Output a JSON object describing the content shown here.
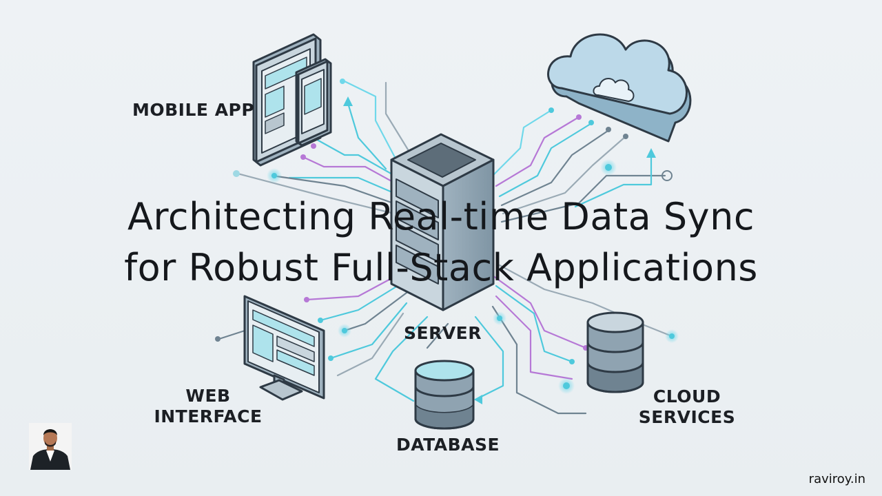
{
  "title": {
    "line1": "Architecting Real-time Data Sync",
    "line2": "for Robust Full-Stack Applications"
  },
  "nodes": {
    "mobile_app": "MOBILE APP",
    "server": "SERVER",
    "database": "DATABASE",
    "web_interface_line1": "WEB",
    "web_interface_line2": "INTERFACE",
    "cloud_services_line1": "CLOUD",
    "cloud_services_line2": "SERVICES"
  },
  "footer": {
    "site": "raviroy.in"
  },
  "colors": {
    "cyan": "#4ec9dc",
    "purple": "#b678d6",
    "slate": "#6f8391",
    "device_fill": "#c9d6de",
    "screen_fill": "#aee3ec",
    "cloud_fill": "#bcd9e9",
    "stroke": "#2e3a45"
  }
}
